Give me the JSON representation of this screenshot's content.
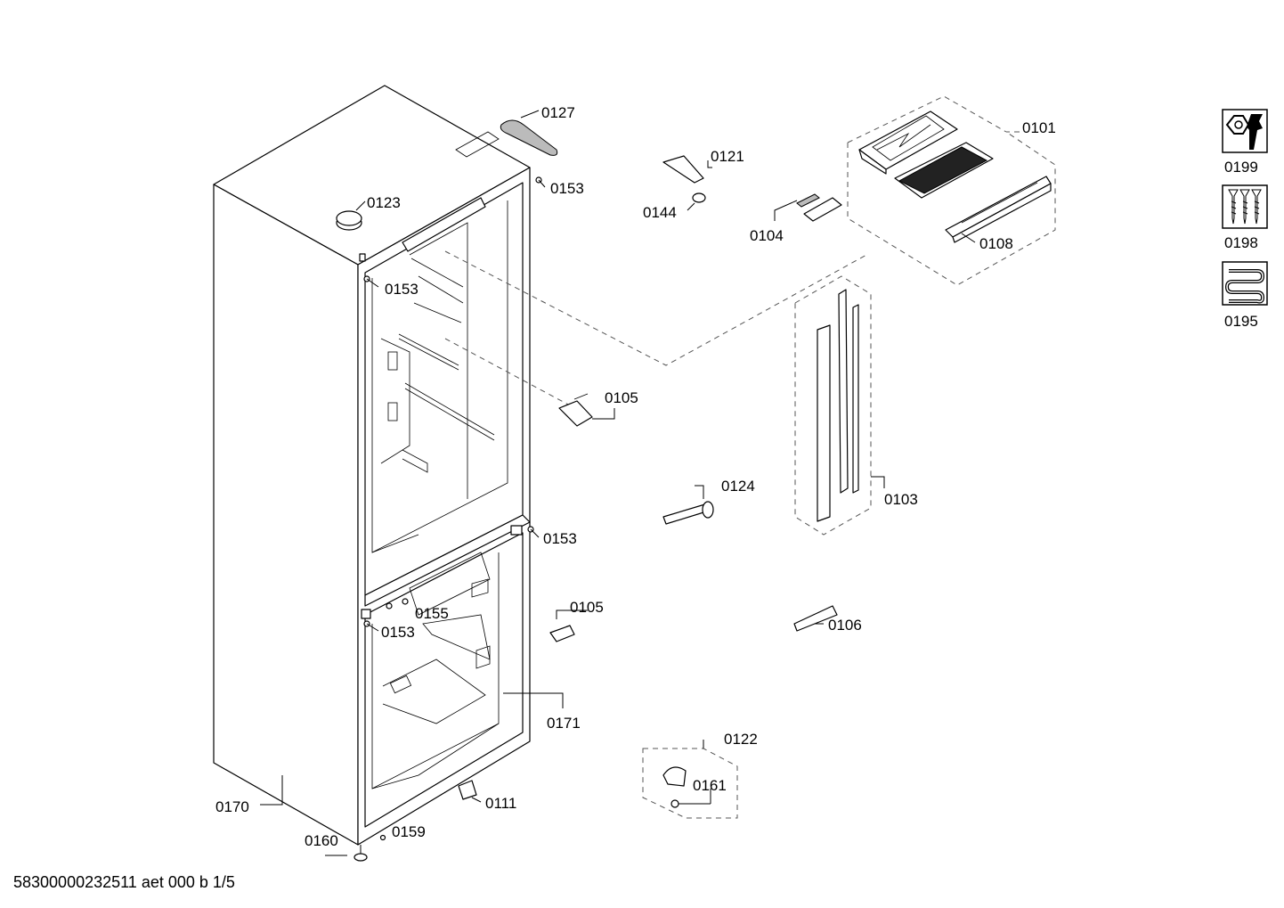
{
  "diagram": {
    "footer": "58300000232511 aet 000 b 1/5",
    "labels": {
      "l0101": "0101",
      "l0103": "0103",
      "l0104": "0104",
      "l0105a": "0105",
      "l0105b": "0105",
      "l0106": "0106",
      "l0108": "0108",
      "l0111": "0111",
      "l0121": "0121",
      "l0122": "0122",
      "l0123": "0123",
      "l0124": "0124",
      "l0127": "0127",
      "l0144": "0144",
      "l0153a": "0153",
      "l0153b": "0153",
      "l0153c": "0153",
      "l0153d": "0153",
      "l0155": "0155",
      "l0159": "0159",
      "l0160": "0160",
      "l0161": "0161",
      "l0170": "0170",
      "l0171": "0171"
    },
    "legend": [
      {
        "icon": "tool-icon",
        "label": "0199"
      },
      {
        "icon": "screws-icon",
        "label": "0198"
      },
      {
        "icon": "grease-icon",
        "label": "0195"
      }
    ]
  }
}
